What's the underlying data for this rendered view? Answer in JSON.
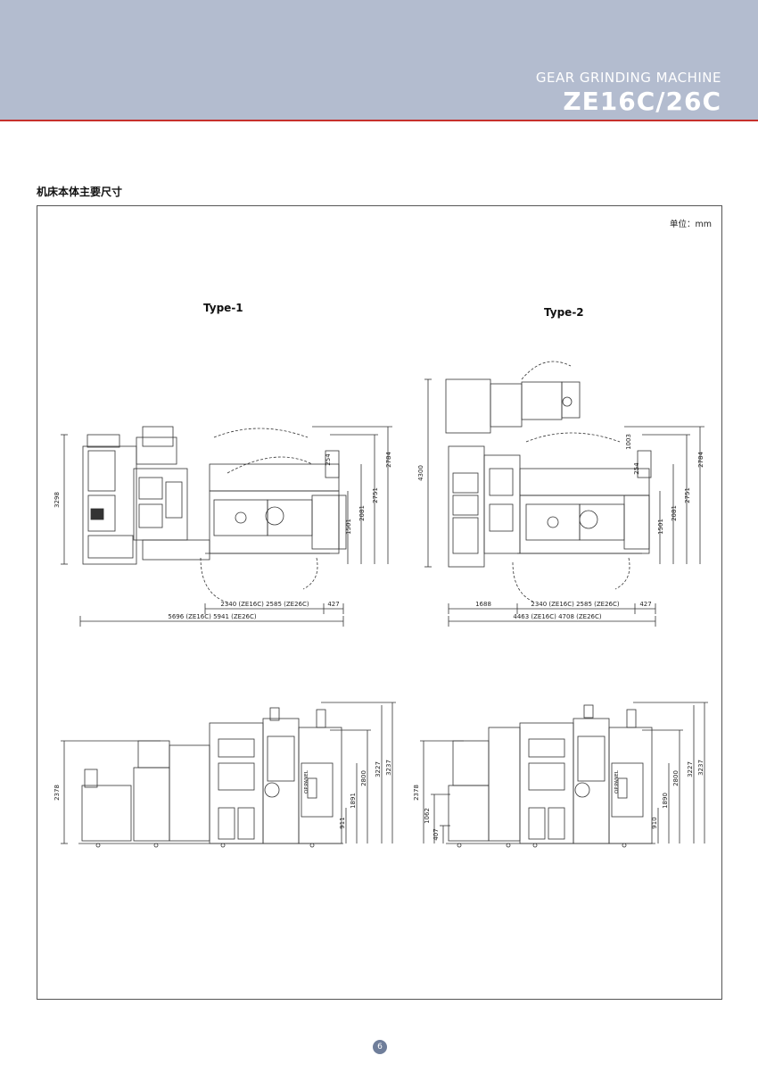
{
  "header": {
    "subtitle": "GEAR GRINDING MACHINE",
    "title": "ZE16C/26C"
  },
  "section_title": "机床本体主要尺寸",
  "unit": "单位：mm",
  "type1": {
    "label": "Type-1",
    "plan": {
      "height_left": "3298",
      "heights_right": [
        "2784",
        "2751",
        "2081",
        "1501"
      ],
      "width_upper": "2340 (ZE16C)  2585 (ZE26C)",
      "width_upper_right": "427",
      "width_total": "5696 (ZE16C)  5941 (ZE26C)",
      "label_254": "254"
    },
    "elevation": {
      "height_left": "2378",
      "heights_right": [
        "3237",
        "3227",
        "2800",
        "1891",
        "911"
      ],
      "panel_label": "OP.PANEL"
    }
  },
  "type2": {
    "label": "Type-2",
    "plan": {
      "height_left": "4300",
      "heights_right": [
        "2784",
        "2751",
        "2081",
        "1501"
      ],
      "label_1003": "1003",
      "width_left": "1688",
      "width_upper": "2340 (ZE16C)  2585 (ZE26C)",
      "width_upper_right": "427",
      "width_total": "4463 (ZE16C)  4708 (ZE26C)",
      "label_254": "254"
    },
    "elevation": {
      "heights_left": [
        "2378",
        "1062",
        "407"
      ],
      "heights_right": [
        "3237",
        "3227",
        "2800",
        "1890",
        "910"
      ],
      "panel_label": "OP.PANEL"
    }
  },
  "page_number": "6",
  "colors": {
    "header_bg": "#b3bccf",
    "header_rule": "#c6302c",
    "page_badge": "#6f7e9a"
  }
}
